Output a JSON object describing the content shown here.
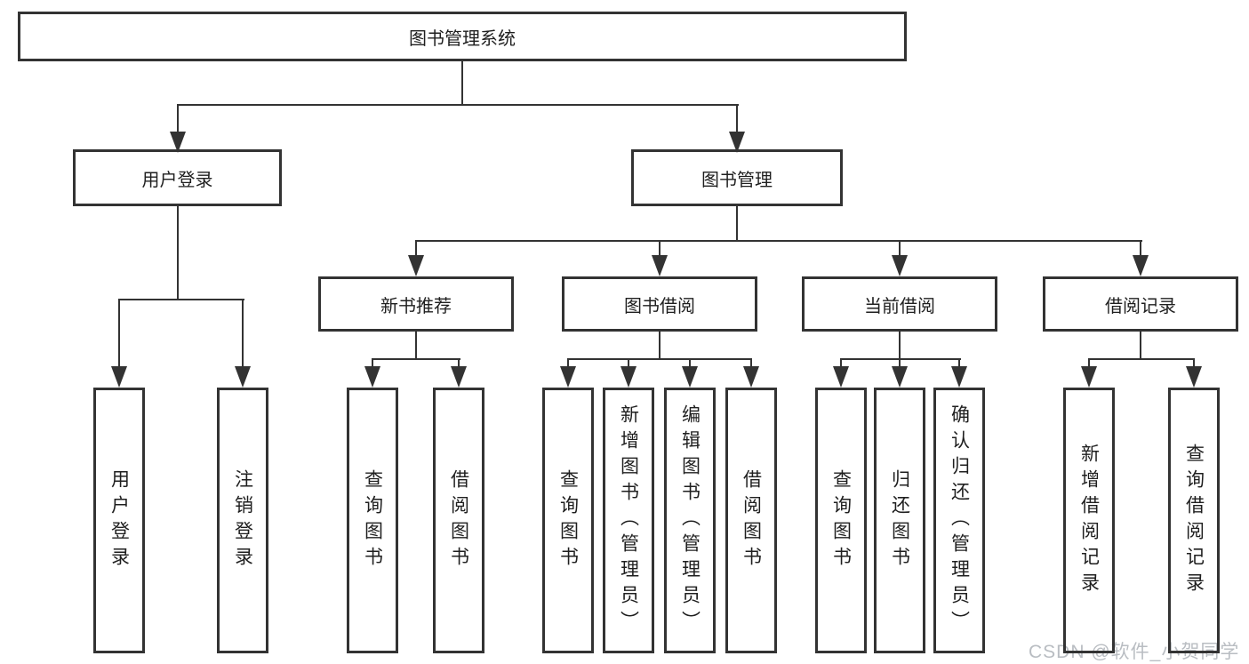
{
  "tree": {
    "root": {
      "label": "图书管理系统"
    },
    "user_login": {
      "label": "用户登录",
      "children": [
        {
          "label": "用户登录"
        },
        {
          "label": "注销登录"
        }
      ]
    },
    "book_mgmt": {
      "label": "图书管理",
      "groups": [
        {
          "label": "新书推荐",
          "children": [
            {
              "label": "查询图书"
            },
            {
              "label": "借阅图书"
            }
          ]
        },
        {
          "label": "图书借阅",
          "children": [
            {
              "label": "查询图书"
            },
            {
              "label": "新增图书（管理员）"
            },
            {
              "label": "编辑图书（管理员）"
            },
            {
              "label": "借阅图书"
            }
          ]
        },
        {
          "label": "当前借阅",
          "children": [
            {
              "label": "查询图书"
            },
            {
              "label": "归还图书"
            },
            {
              "label": "确认归还（管理员）"
            }
          ]
        },
        {
          "label": "借阅记录",
          "children": [
            {
              "label": "新增借阅记录"
            },
            {
              "label": "查询借阅记录"
            }
          ]
        }
      ]
    }
  },
  "watermark": {
    "text": "CSDN @软件_小贺同学"
  },
  "colors": {
    "line": "#333333",
    "text": "#1f1f1f",
    "watermark": "#b9bdc2",
    "background": "#ffffff"
  }
}
